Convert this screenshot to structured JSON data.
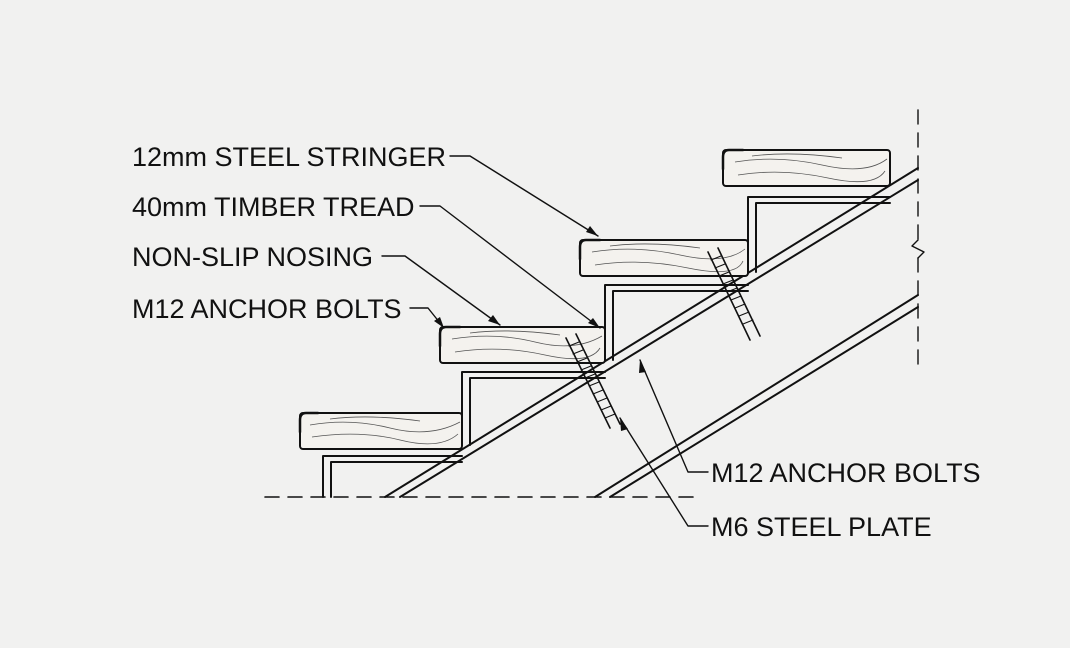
{
  "labels": {
    "steel_stringer": "12mm STEEL STRINGER",
    "timber_tread": "40mm TIMBER TREAD",
    "non_slip_nosing": "NON-SLIP NOSING",
    "anchor_bolts_left": "M12 ANCHOR BOLTS",
    "anchor_bolts_right": "M12 ANCHOR BOLTS",
    "steel_plate": "M6 STEEL PLATE"
  },
  "colors": {
    "ink": "#111111",
    "paper": "#f1f1f0",
    "grain": "#555555"
  }
}
